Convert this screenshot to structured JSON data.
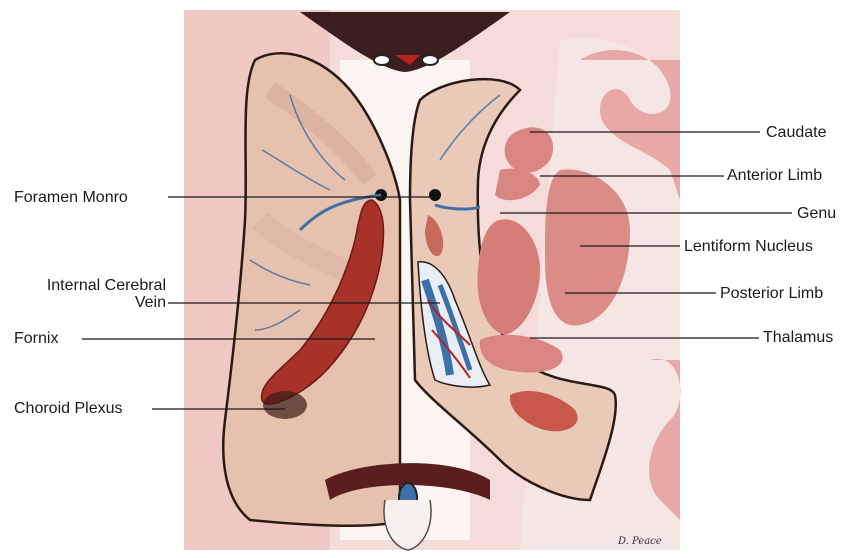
{
  "labels": {
    "foramen_monro": "Foramen Monro",
    "internal_cerebral_line1": "Internal Cerebral",
    "internal_cerebral_line2": "Vein",
    "fornix": "Fornix",
    "choroid_plexus": "Choroid Plexus",
    "caudate": "Caudate",
    "anterior_limb": "Anterior Limb",
    "genu": "Genu",
    "lentiform_nucleus": "Lentiform Nucleus",
    "posterior_limb": "Posterior Limb",
    "thalamus": "Thalamus"
  },
  "signature": "D. Peace",
  "colors": {
    "background_tissue": "#f3d6d2",
    "pink_tissue": "#e9a9a4",
    "nucleus": "#d77e7b",
    "ventricle_wall": "#e8c6b4",
    "choroid": "#a8322a",
    "vein": "#3d6fa8",
    "white_matter": "#fbf4f0"
  }
}
